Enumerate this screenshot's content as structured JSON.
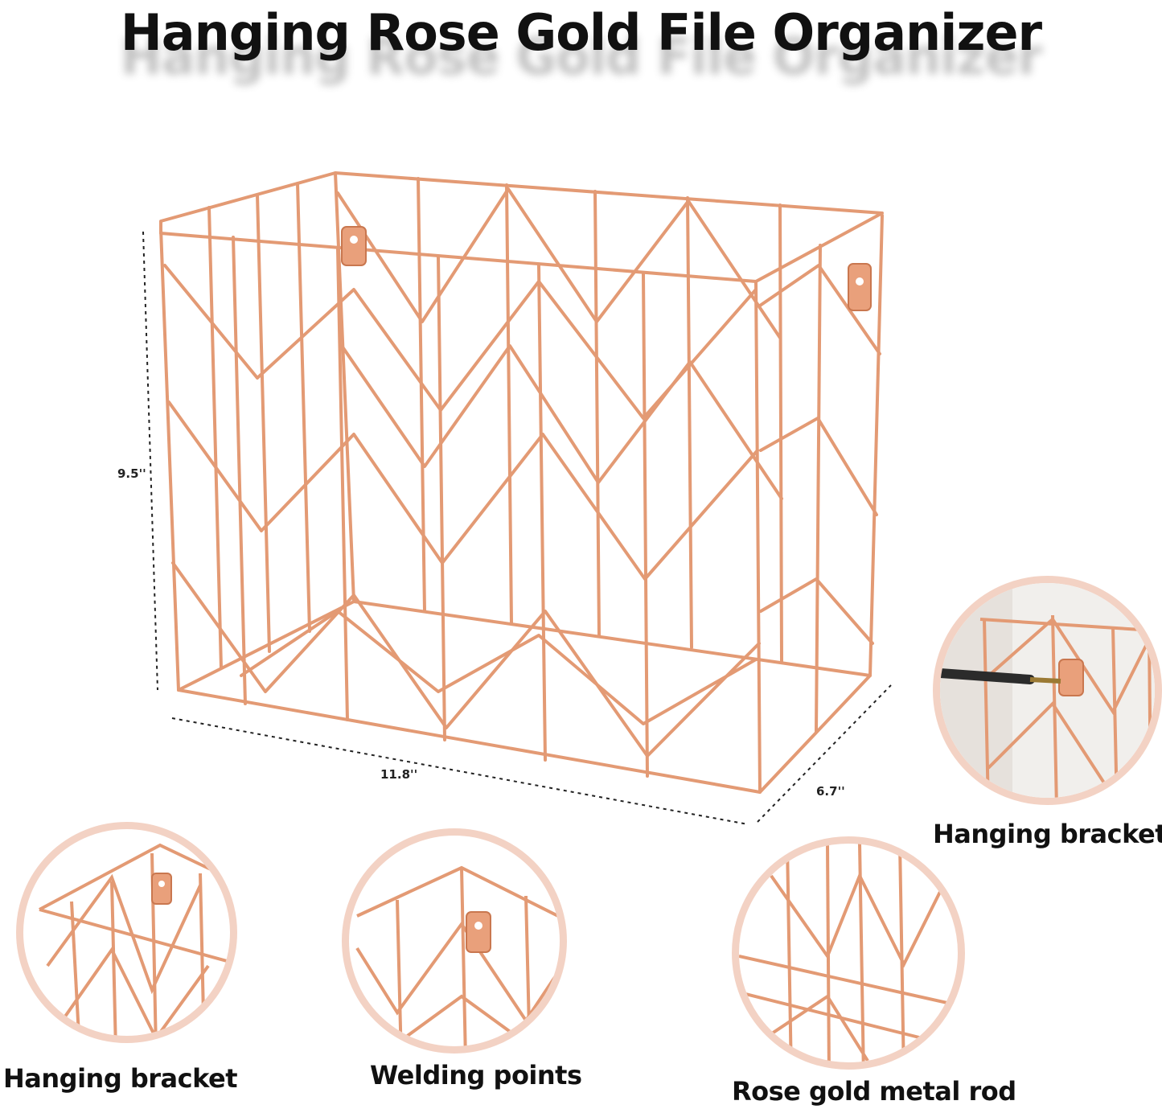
{
  "title": "Hanging Rose Gold File Organizer",
  "dimensions": {
    "height": "9.5''",
    "width": "11.8''",
    "depth": "6.7''"
  },
  "callouts": [
    {
      "label": "Hanging bracket"
    },
    {
      "label": "Hanging bracket"
    },
    {
      "label": "Welding points"
    },
    {
      "label": "Rose gold metal rod"
    }
  ],
  "colors": {
    "wire": "#e8a07c",
    "wire_dark": "#c9774f",
    "circle_border": "#f3d2c4",
    "text": "#111111"
  }
}
